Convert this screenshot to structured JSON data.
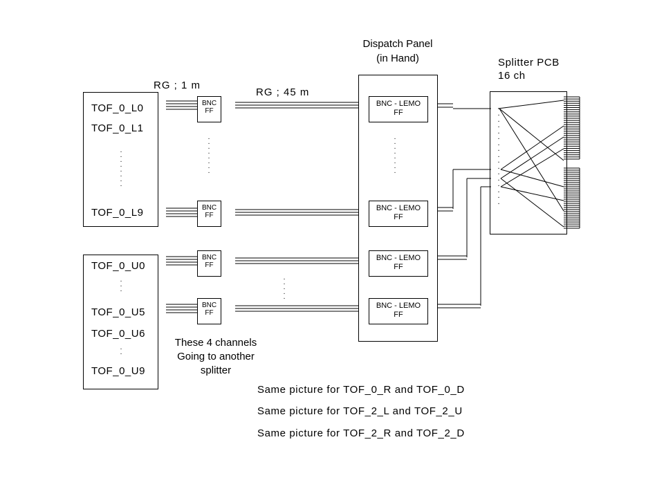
{
  "dispatch_panel": {
    "title_line1": "Dispatch Panel",
    "title_line2": "(in Hand)"
  },
  "splitter": {
    "title_line1": "Splitter PCB",
    "title_line2": "16 ch"
  },
  "cables": {
    "short": "RG ; 1 m",
    "long": "RG ; 45 m"
  },
  "group_l": {
    "items": [
      "TOF_0_L0",
      "TOF_0_L1",
      "TOF_0_L9"
    ]
  },
  "group_u": {
    "items": [
      "TOF_0_U0",
      "TOF_0_U5",
      "TOF_0_U6",
      "TOF_0_U9"
    ]
  },
  "bnc_ff": {
    "line1": "BNC",
    "line2": "FF"
  },
  "bnc_lemo": {
    "line1": "BNC - LEMO",
    "line2": "FF"
  },
  "side_note": {
    "line1": "These 4 channels",
    "line2": "Going to another",
    "line3": "splitter"
  },
  "same_picture": [
    "Same picture for TOF_0_R and TOF_0_D",
    "Same picture for TOF_2_L and TOF_2_U",
    "Same picture for TOF_2_R and TOF_2_D"
  ]
}
